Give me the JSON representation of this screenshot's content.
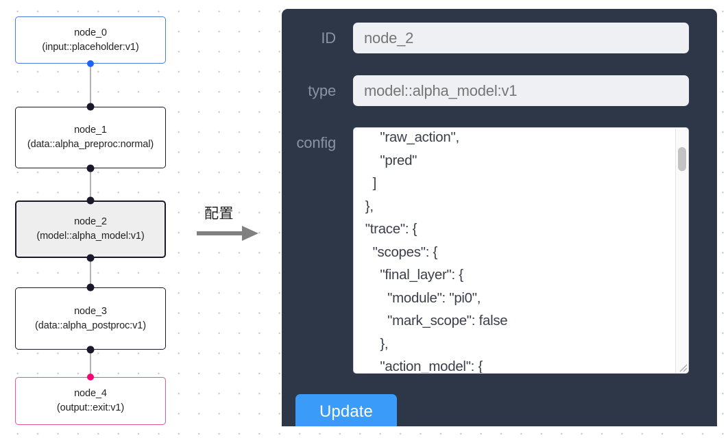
{
  "graph": {
    "nodes": [
      {
        "id": "node_0",
        "title": "node_0",
        "subtitle": "(input::placeholder:v1)",
        "kind": "input"
      },
      {
        "id": "node_1",
        "title": "node_1",
        "subtitle": "(data::alpha_preproc:normal)",
        "kind": "default"
      },
      {
        "id": "node_2",
        "title": "node_2",
        "subtitle": "(model::alpha_model:v1)",
        "kind": "selected"
      },
      {
        "id": "node_3",
        "title": "node_3",
        "subtitle": "(data::alpha_postproc:v1)",
        "kind": "default"
      },
      {
        "id": "node_4",
        "title": "node_4",
        "subtitle": "(output::exit:v1)",
        "kind": "output"
      }
    ],
    "colors": {
      "input_border": "#4b7bd4",
      "output_border": "#e0559b",
      "default_border": "#1a192b",
      "selected_fill": "#eeeeee",
      "edge": "#b1b1b7",
      "handle_source": "#1a66f2",
      "handle_target": "#ff0072",
      "grid_dot": "#c9c9ce"
    }
  },
  "annotation": {
    "label": "配置",
    "arrow_icon": "arrow-right-icon"
  },
  "panel": {
    "background": "#2e3748",
    "fields": [
      {
        "key": "id",
        "label": "ID",
        "value": "node_2",
        "placeholder": "node_2"
      },
      {
        "key": "type",
        "label": "type",
        "value": "model::alpha_model:v1",
        "placeholder": "model::alpha_model:v1"
      }
    ],
    "config": {
      "label": "config",
      "text": "      \"raw_action\",\n      \"pred\"\n    ]\n  },\n  \"trace\": {\n    \"scopes\": {\n      \"final_layer\": {\n        \"module\": \"pi0\",\n        \"mark_scope\": false\n      },\n      \"action_model\": {",
      "scrollbar": {
        "thumb_position": "near-top"
      },
      "resize_handle_icon": "resize-grip-icon"
    },
    "update_button": {
      "label": "Update",
      "color": "#3b9bf9"
    }
  }
}
